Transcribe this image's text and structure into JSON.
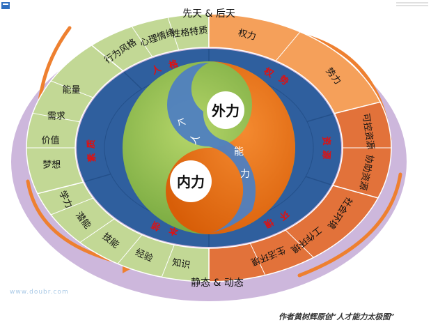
{
  "header": {
    "top_label": "先天 & 后天",
    "bottom_label": "静态 & 动态"
  },
  "footer": {
    "caption": "作者黄树辉原创“人才能力太极图”",
    "watermark": "www.doubr.com"
  },
  "center": {
    "outer_force": "外力",
    "inner_force": "内力",
    "vertical_text": [
      "个",
      "人",
      "能",
      "力"
    ]
  },
  "middle_ring": [
    "人格",
    "权势",
    "资源",
    "环境",
    "本领",
    "素质"
  ],
  "outer_ring": {
    "personality": [
      "行为风格",
      "心理情绪",
      "性格特质"
    ],
    "quality": [
      "梦想",
      "价值",
      "需求",
      "能量"
    ],
    "skills": [
      "知识",
      "经验",
      "技能",
      "潜能",
      "学力"
    ],
    "power": [
      "权力",
      "势力"
    ],
    "resources": [
      "可控资源",
      "协助资源"
    ],
    "environment": [
      "社会环境",
      "工作环境",
      "生活环境"
    ]
  },
  "colors": {
    "outer_ellipse": "#cdb7dc",
    "green_segment": "#c2d895",
    "orange_segment": "#f5a05a",
    "dark_orange_segment": "#e2723a",
    "blue_ring": "#2f5f9e",
    "yin_green": "#8fbf4a",
    "yang_orange": "#e76b12",
    "band_blue": "#4f7fc0",
    "red_text": "#e01010",
    "arrow_orange": "#ee8030"
  }
}
